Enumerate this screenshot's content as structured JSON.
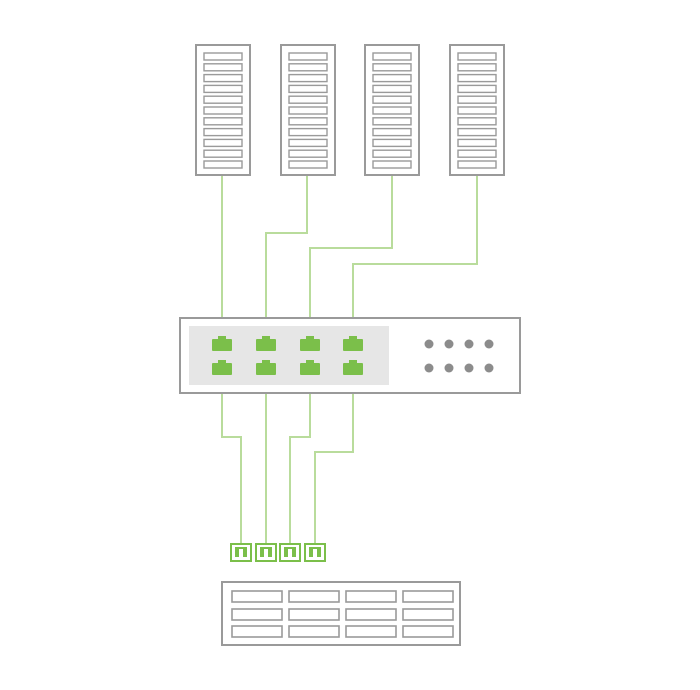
{
  "colors": {
    "background": "#ffffff",
    "device_stroke": "#9a9a9a",
    "panel_fill": "#e6e6e6",
    "port_green": "#7bbf4a",
    "cable_green": "#b9dc9c",
    "led_gray": "#8c8c8c"
  },
  "diagram": {
    "servers": [
      {
        "name": "server-1",
        "slots": 11
      },
      {
        "name": "server-2",
        "slots": 11
      },
      {
        "name": "server-3",
        "slots": 11
      },
      {
        "name": "server-4",
        "slots": 11
      }
    ],
    "switch": {
      "port_rows": 2,
      "port_columns": 4,
      "indicator_rows": 2,
      "indicator_columns": 4
    },
    "transceivers": 4,
    "storage": {
      "rows": 3,
      "columns": 4
    },
    "links": [
      {
        "from": "server-1",
        "to": "switch-port-top-1"
      },
      {
        "from": "server-2",
        "to": "switch-port-top-2"
      },
      {
        "from": "server-3",
        "to": "switch-port-top-3"
      },
      {
        "from": "server-4",
        "to": "switch-port-top-4"
      },
      {
        "from": "switch-port-bottom-1",
        "to": "transceiver-1"
      },
      {
        "from": "switch-port-bottom-2",
        "to": "transceiver-2"
      },
      {
        "from": "switch-port-bottom-3",
        "to": "transceiver-3"
      },
      {
        "from": "switch-port-bottom-4",
        "to": "transceiver-4"
      }
    ]
  }
}
